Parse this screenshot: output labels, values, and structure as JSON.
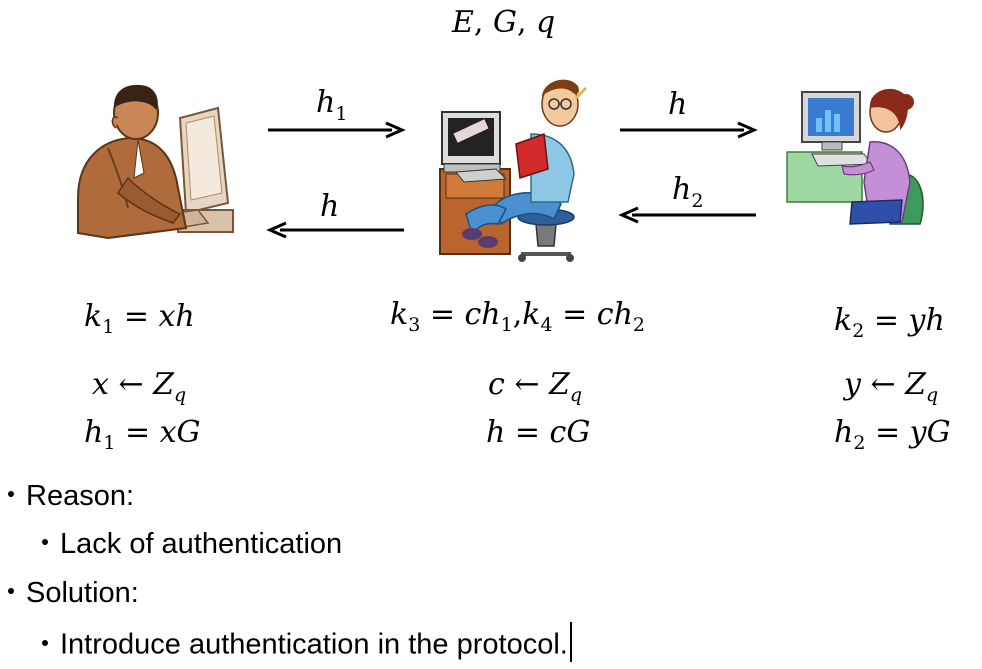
{
  "header": {
    "params": "E, G, q"
  },
  "arrows": {
    "alice_to_mallory": "h₁",
    "mallory_to_bob": "h",
    "bob_to_mallory": "h₂",
    "mallory_to_alice": "h"
  },
  "alice": {
    "key": "k₁ = xh",
    "rand": "x ← Z_q",
    "pub": "h₁ = xG"
  },
  "mallory": {
    "key": "k₃ = ch₁, k₄ = ch₂",
    "rand": "c ← Z_q",
    "pub": "h = cG"
  },
  "bob": {
    "key": "k₂ = yh",
    "rand": "y ← Z_q",
    "pub": "h₂ = yG"
  },
  "bullets": {
    "reason_label": "Reason:",
    "reason_item": "Lack of authentication",
    "solution_label": "Solution:",
    "solution_item": "Introduce authentication in the protocol."
  },
  "icons": [
    "man-at-computer-icon",
    "attacker-at-computer-icon",
    "woman-at-computer-icon"
  ]
}
